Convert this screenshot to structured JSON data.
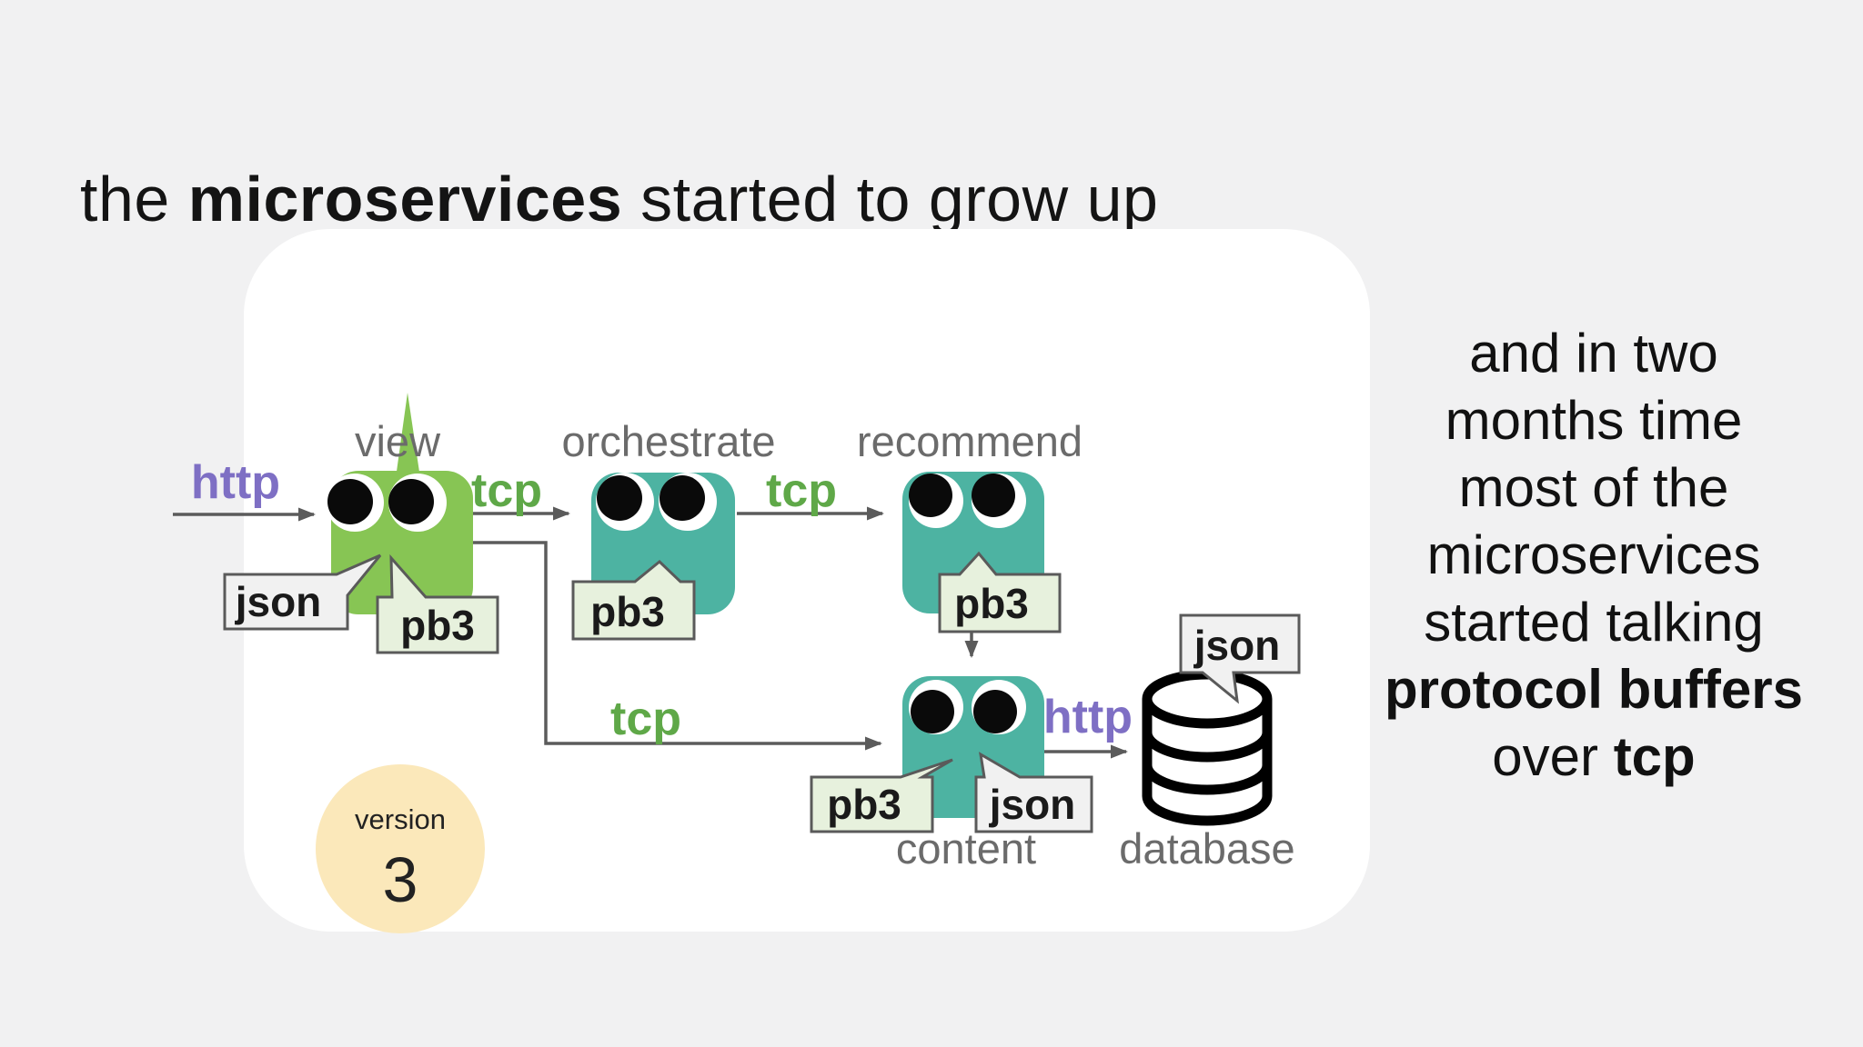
{
  "title": {
    "prefix": "the ",
    "highlight": "microservices",
    "suffix": " started to grow up"
  },
  "caption": {
    "line1": "and in two",
    "line2": "months time",
    "line3": "most of the",
    "line4": "microservices",
    "line5": "started talking",
    "line6": "protocol buffers",
    "line7_prefix": "over ",
    "line7_bold": "tcp"
  },
  "diagram": {
    "services": {
      "view": "view",
      "orchestrate": "orchestrate",
      "recommend": "recommend",
      "content": "content",
      "database": "database"
    },
    "protocols": {
      "http_in": "http",
      "tcp_view_orchestrate": "tcp",
      "tcp_orchestrate_recommend": "tcp",
      "tcp_view_content": "tcp",
      "http_content_database": "http"
    },
    "bubbles": {
      "view_json": "json",
      "view_pb3": "pb3",
      "orchestrate_pb3": "pb3",
      "recommend_pb3": "pb3",
      "content_pb3": "pb3",
      "content_json": "json",
      "database_json": "json"
    },
    "version_badge": {
      "label": "version",
      "value": "3"
    }
  },
  "colors": {
    "background": "#f1f1f2",
    "panel": "#ffffff",
    "service_green": "#87c554",
    "service_teal": "#4db3a2",
    "http_purple": "#7e6fc4",
    "tcp_green": "#5fa848",
    "bubble_json_fill": "#f1f1f1",
    "bubble_pb3_fill": "#e7f1dd",
    "bubble_border": "#5a5a5a",
    "version_fill": "#fbe8ba",
    "label_gray": "#6b6b6b",
    "arrow_gray": "#5b5b5b"
  }
}
